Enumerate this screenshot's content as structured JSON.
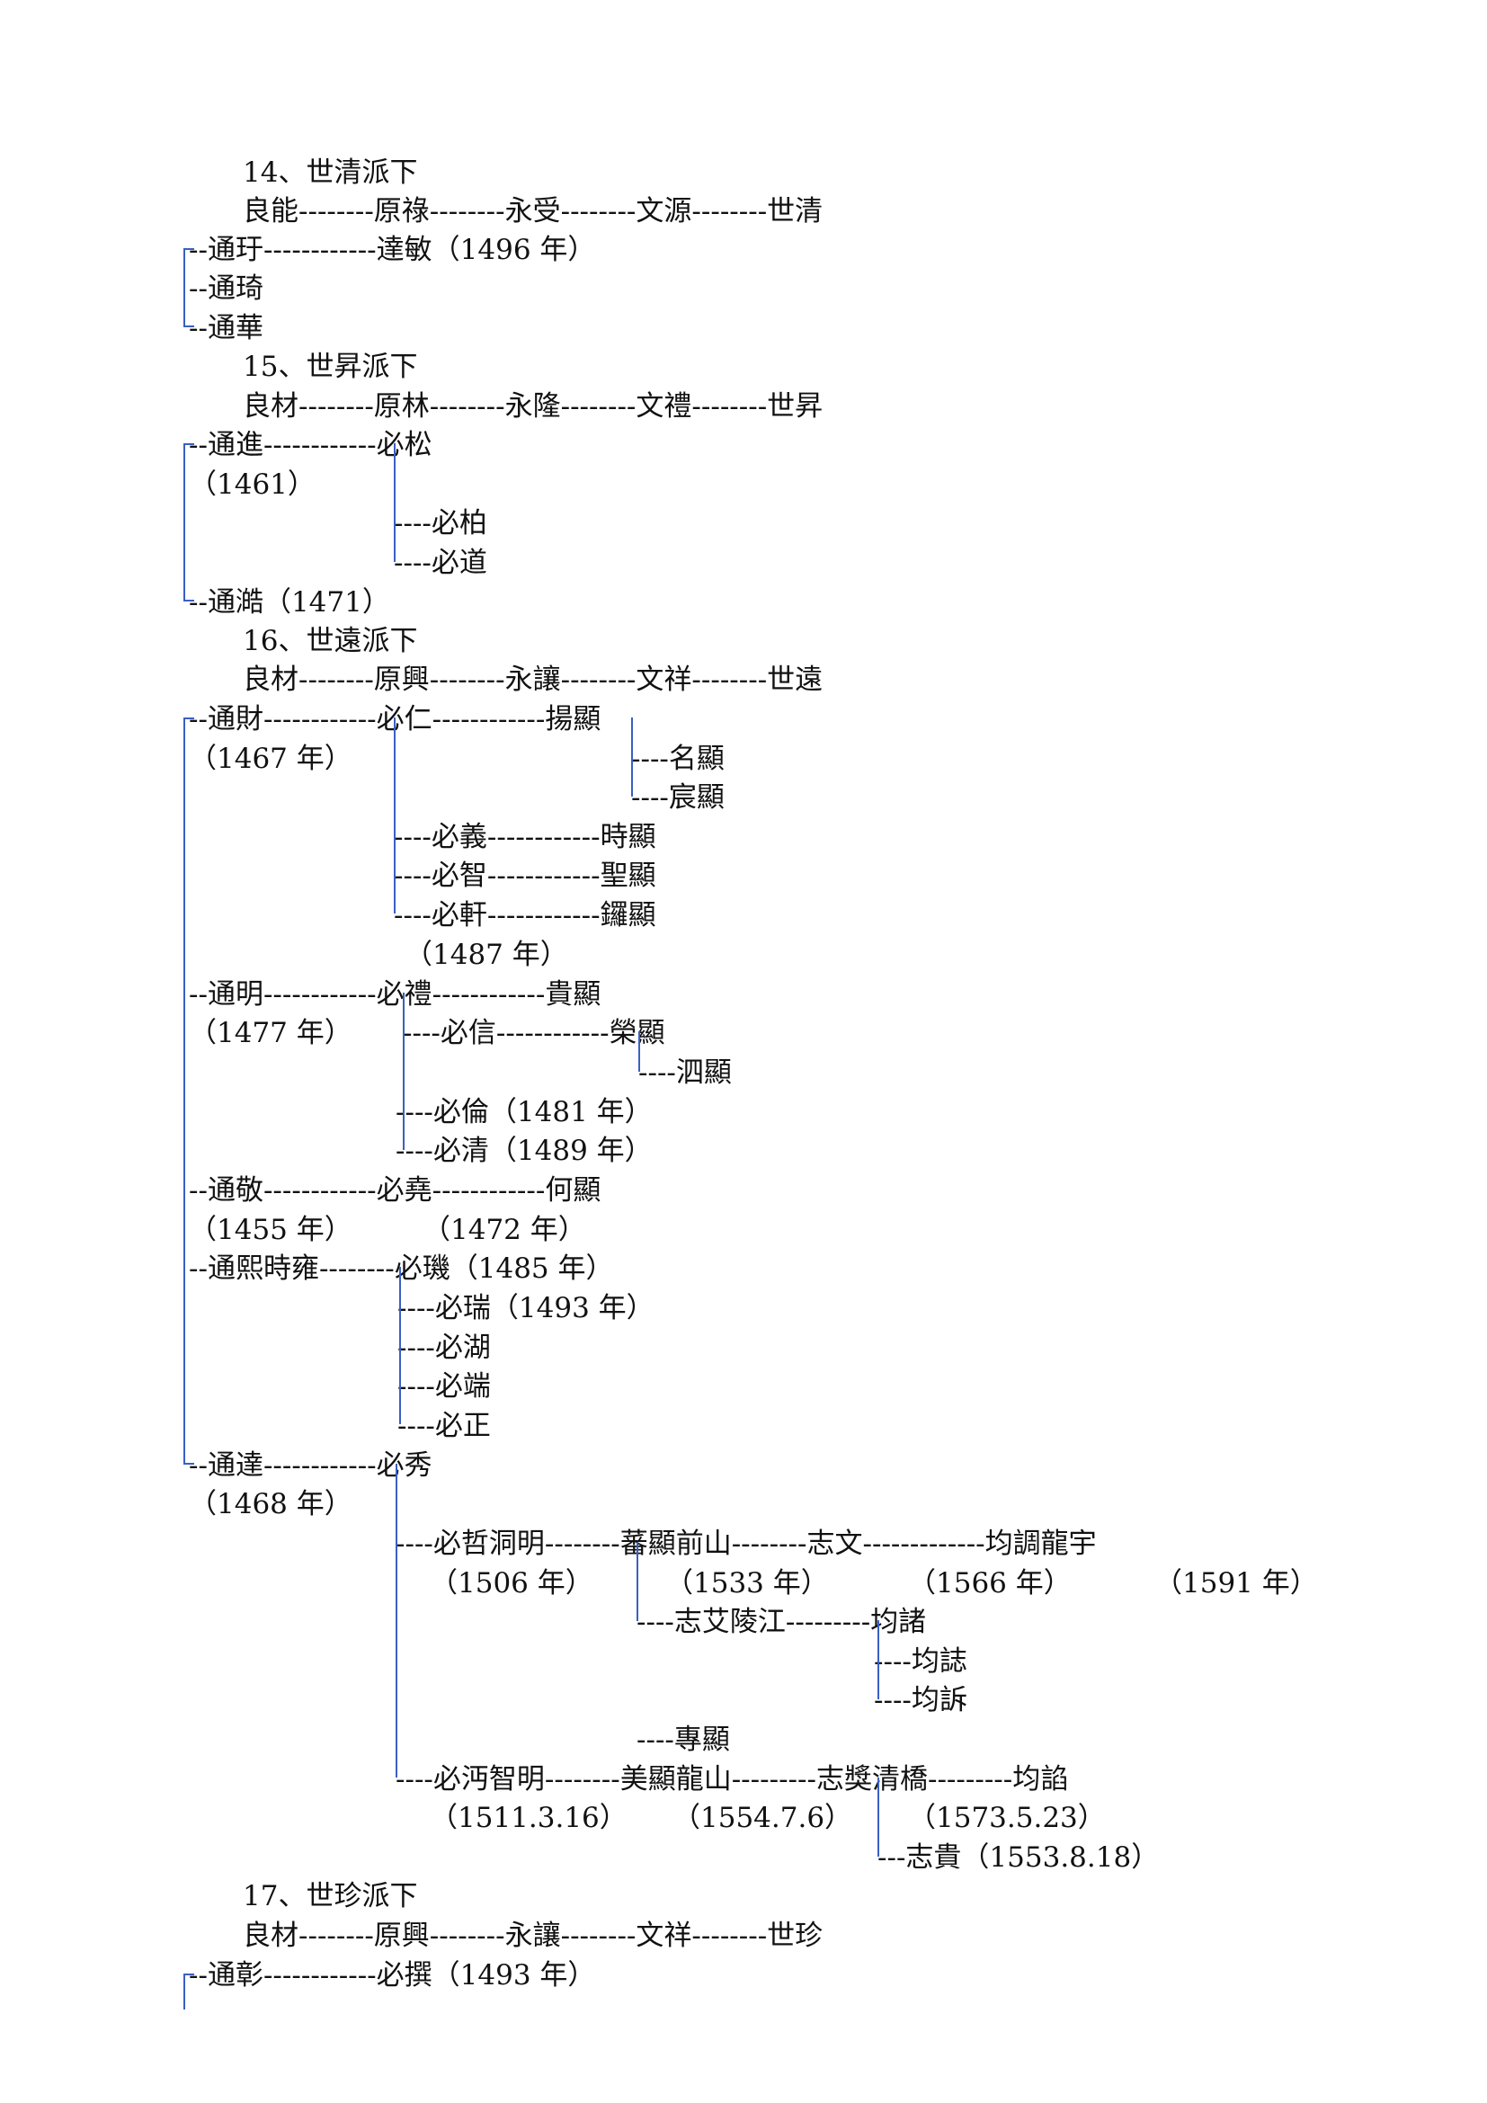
{
  "s14": {
    "title": "14、世清派下",
    "lineage": "良能--------原祿--------永受--------文源--------世清",
    "l1": "--通玗------------達敏（1496 年）",
    "l2": "--通琦",
    "l3": "--通華"
  },
  "s15": {
    "title": "15、世昇派下",
    "lineage": "良材--------原林--------永隆--------文禮--------世昇",
    "l1": "--通進------------必松",
    "l2": "（1461）",
    "l3": "----必柏",
    "l4": "----必道",
    "l5": "--通澔（1471）"
  },
  "s16": {
    "title": "16、世遠派下",
    "lineage": "良材--------原興--------永讓--------文祥--------世遠",
    "cai": "--通財------------必仁------------揚顯",
    "cai_y": "（1467 年）",
    "ming_x": "----名顯",
    "chen": "----宸顯",
    "yi": "----必義------------時顯",
    "zhi": "----必智------------聖顯",
    "xuan": "----必軒------------鑼顯",
    "xuan_y": "（1487 年）",
    "ming": "--通明------------必禮------------貴顯",
    "ming_y": "（1477 年）",
    "xin": "----必信------------榮顯",
    "si": "----泗顯",
    "lun": "----必倫（1481 年）",
    "qing": "----必清（1489 年）",
    "jing": "--通敬------------必堯------------何顯",
    "jing_y": "（1455 年）",
    "yao_y": "（1472 年）",
    "xi": "--通熙時雍--------必璣（1485 年）",
    "rui": "----必瑞（1493 年）",
    "hu": "----必湖",
    "duan": "----必端",
    "zheng": "----必正",
    "da": "--通達------------必秀",
    "da_y": "（1468 年）",
    "zhe": "----必哲洞明--------蕃顯前山--------志文-------------均調龍宇",
    "zhe_y": "（1506 年）",
    "fan_y": "（1533 年）",
    "wen_y": "（1566 年）",
    "jun_y": "（1591 年）",
    "ai": "----志艾陵江---------均諸",
    "jz": "----均誌",
    "js": "----均訴",
    "zhuan": "----專顯",
    "mian": "----必沔智明--------美顯龍山---------志獎清橋---------均諂",
    "mian_y": "（1511.3.16）",
    "mei_y": "（1554.7.6）",
    "jiang_y": "（1573.5.23）",
    "gui": "---志貴（1553.8.18）"
  },
  "s17": {
    "title": "17、世珍派下",
    "lineage": "良材--------原興--------永讓--------文祥--------世珍",
    "l1": "--通彰------------必撰（1493 年）"
  },
  "colors": {
    "connector": "#3a5fc4",
    "text": "#111111"
  }
}
